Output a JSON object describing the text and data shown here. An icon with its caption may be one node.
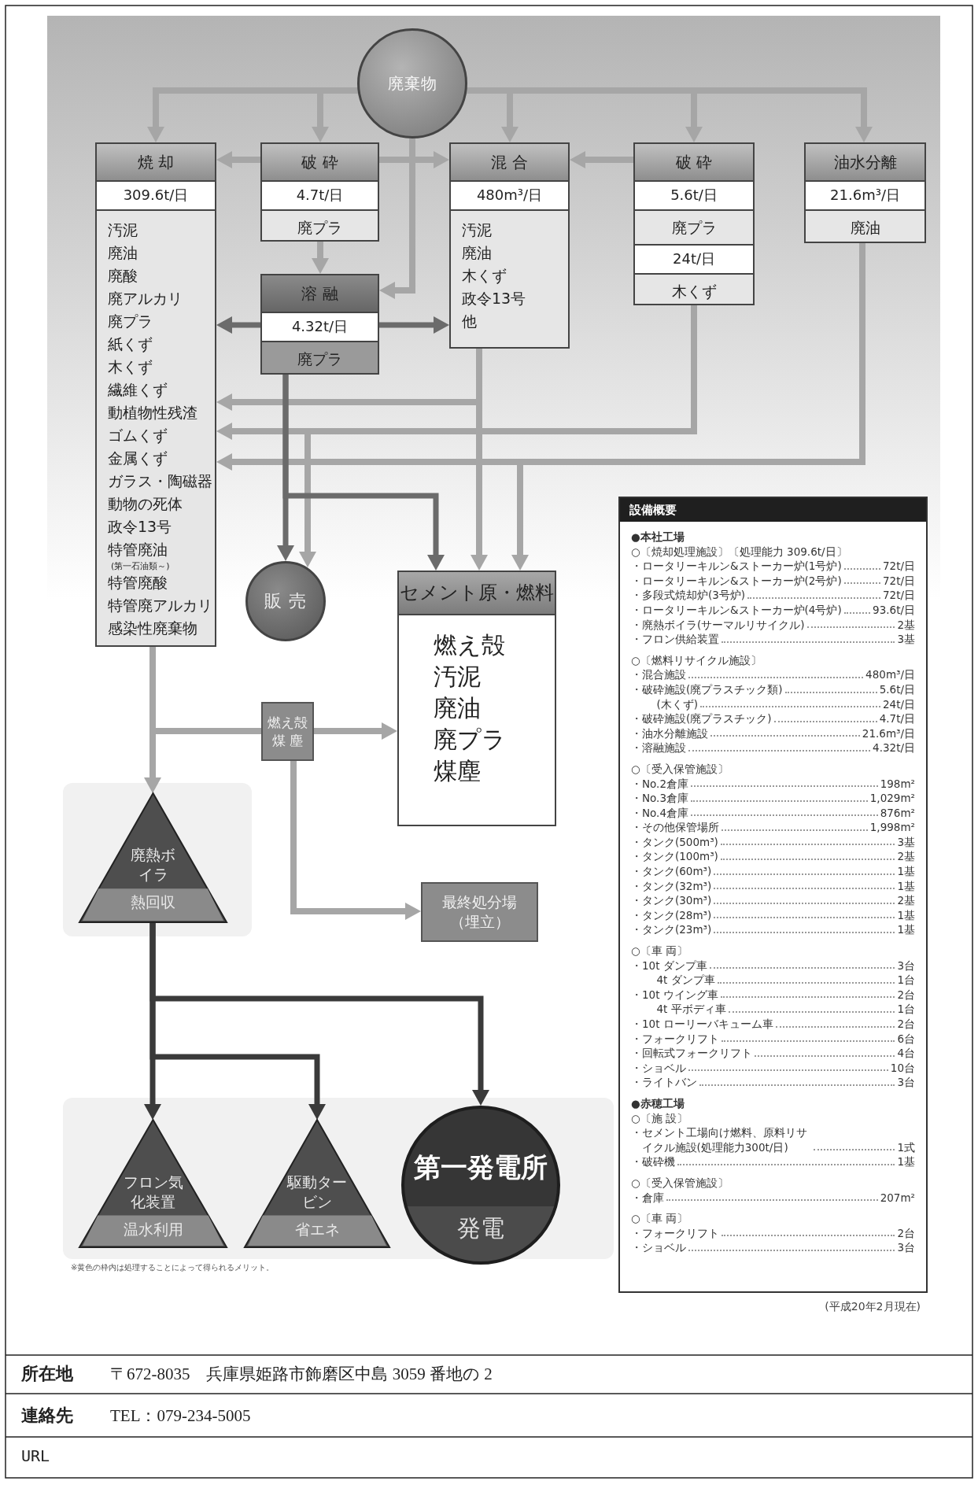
{
  "diagram": {
    "nodes": [
      {
        "text": [
          "廃棄物"
        ]
      },
      {
        "text": [
          "焼 却",
          "309.6t/日",
          "汚泥",
          "廃油",
          "廃酸",
          "廃アルカリ",
          "廃プラ",
          "紙くず",
          "木くず",
          "繊維くず",
          "動植物性残渣",
          "ゴムくず",
          "金属くず",
          "ガラス・陶磁器",
          "動物の死体",
          "政令13号",
          "特管廃油",
          "(第一石油類～)",
          "特管廃酸",
          "特管廃アルカリ",
          "感染性廃棄物"
        ]
      },
      {
        "text": [
          "破 砕",
          "4.7t/日",
          "廃プラ"
        ]
      },
      {
        "text": [
          "混 合",
          "480m³/日",
          "汚泥",
          "廃油",
          "木くず",
          "政令13号",
          "他"
        ]
      },
      {
        "text": [
          "破 砕",
          "5.6t/日",
          "廃プラ",
          "24t/日",
          "木くず"
        ]
      },
      {
        "text": [
          "油水分離",
          "21.6m³/日",
          "廃油"
        ]
      },
      {
        "text": [
          "溶 融",
          "4.32t/日",
          "廃プラ"
        ]
      },
      {
        "text": [
          "販 売"
        ]
      },
      {
        "text": [
          "セメント原・燃料",
          "燃え殻",
          "汚泥",
          "廃油",
          "廃プラ",
          "煤塵"
        ]
      },
      {
        "text": [
          "燃え殻",
          "煤 塵"
        ]
      },
      {
        "text": [
          "廃熱ボイラ",
          "熱回収"
        ]
      },
      {
        "text": [
          "最終処分場",
          "（埋立）"
        ]
      },
      {
        "text": [
          "フロン気化装置",
          "温水利用"
        ]
      },
      {
        "text": [
          "駆動タービン",
          "省エネ"
        ]
      },
      {
        "text": [
          "第一発電所",
          "発電"
        ]
      },
      {
        "text": [
          "設備概要",
          "●本社工場",
          "○〔焼却処理施設〕〔処理能力 309.6t/日〕",
          "・ロータリーキルン&ストーカー炉(1号炉)",
          "72t/日",
          "・ロータリーキルン&ストーカー炉(2号炉)",
          "72t/日",
          "・多段式焼却炉(3号炉)",
          "72t/日",
          "・ロータリーキルン&ストーカー炉(4号炉)",
          "93.6t/日",
          "・廃熱ボイラ(サーマルリサイクル)",
          "2基",
          "・フロン供給装置",
          "3基",
          "○〔燃料リサイクル施設〕",
          "・混合施設",
          "480m³/日",
          "・破砕施設(廃プラスチック類)",
          "5.6t/日",
          "(木くず)",
          "24t/日",
          "・破砕施設(廃プラスチック)",
          "4.7t/日",
          "・油水分離施設",
          "21.6m³/日",
          "・溶融施設",
          "4.32t/日",
          "○〔受入保管施設〕",
          "・No.2倉庫",
          "198m²",
          "・No.3倉庫",
          "1,029m²",
          "・No.4倉庫",
          "876m²",
          "・その他保管場所",
          "1,998m²",
          "・タンク(500m³)",
          "3基",
          "・タンク(100m³)",
          "2基",
          "・タンク(60m³)",
          "1基",
          "・タンク(32m³)",
          "1基",
          "・タンク(30m³)",
          "2基",
          "・タンク(28m³)",
          "1基",
          "・タンク(23m³)",
          "1基",
          "○〔車 両〕",
          "・10t ダンプ車",
          "3台",
          "4t ダンプ車",
          "1台",
          "・10t ウイング車",
          "2台",
          "4t 平ボディ車",
          "1台",
          "・10t ローリーバキューム車",
          "2台",
          "・フォークリフト",
          "6台",
          "・回転式フォークリフト",
          "4台",
          "・ショベル",
          "10台",
          "・ライトバン",
          "3台",
          "●赤穂工場",
          "○〔施 設〕",
          "・セメント工場向け燃料、原料リサイクル施設(処理能力300t/日)",
          "1式",
          "・破砕機",
          "1基",
          "○〔受入保管施設〕",
          "・倉庫",
          "207m²",
          "○〔車 両〕",
          "・フォークリフト",
          "2台",
          "・ショベル",
          "3台"
        ]
      }
    ],
    "edges": [
      {
        "from": 0,
        "to": 1,
        "arrow": "to"
      },
      {
        "from": 0,
        "to": 2,
        "arrow": "to"
      },
      {
        "from": 0,
        "to": 3,
        "arrow": "to"
      },
      {
        "from": 0,
        "to": 4,
        "arrow": "to"
      },
      {
        "from": 0,
        "to": 5,
        "arrow": "to"
      },
      {
        "from": 0,
        "to": 6,
        "arrow": "to"
      },
      {
        "from": 2,
        "to": 1,
        "arrow": "to"
      },
      {
        "from": 2,
        "to": 3,
        "arrow": "to"
      },
      {
        "from": 2,
        "to": 6,
        "arrow": "to"
      },
      {
        "from": 4,
        "to": 3,
        "arrow": "to"
      },
      {
        "from": 6,
        "to": 1,
        "arrow": "to",
        "color": "#6b6b6b"
      },
      {
        "from": 6,
        "to": 3,
        "arrow": "to",
        "color": "#6b6b6b"
      },
      {
        "from": 3,
        "to": 1,
        "arrow": "to"
      },
      {
        "from": 4,
        "to": 1,
        "arrow": "to"
      },
      {
        "from": 5,
        "to": 1,
        "arrow": "to"
      },
      {
        "from": 6,
        "to": 7,
        "arrow": "to",
        "color": "#6b6b6b"
      },
      {
        "from": 4,
        "to": 7,
        "arrow": "to"
      },
      {
        "from": 6,
        "to": 8,
        "arrow": "to",
        "color": "#6b6b6b"
      },
      {
        "from": 3,
        "to": 8,
        "arrow": "to"
      },
      {
        "from": 5,
        "to": 8,
        "arrow": "to"
      },
      {
        "from": 1,
        "to": 10,
        "arrow": "to"
      },
      {
        "from": 1,
        "to": 9,
        "arrow": "none"
      },
      {
        "from": 9,
        "to": 8,
        "arrow": "to"
      },
      {
        "from": 9,
        "to": 11,
        "arrow": "to"
      },
      {
        "from": 10,
        "to": 12,
        "arrow": "to",
        "color": "#3a3a3a"
      },
      {
        "from": 10,
        "to": 13,
        "arrow": "to",
        "color": "#3a3a3a"
      },
      {
        "from": 10,
        "to": 14,
        "arrow": "to",
        "color": "#3a3a3a"
      }
    ],
    "labels": [
      "※黄色の枠内は処理することによって得られるメリット。",
      "(平成20年2月現在)",
      "所在地",
      "〒672-8035　兵庫県姫路市飾磨区中島 3059 番地の 2",
      "連絡先",
      "TEL：079-234-5005",
      "URL"
    ]
  }
}
